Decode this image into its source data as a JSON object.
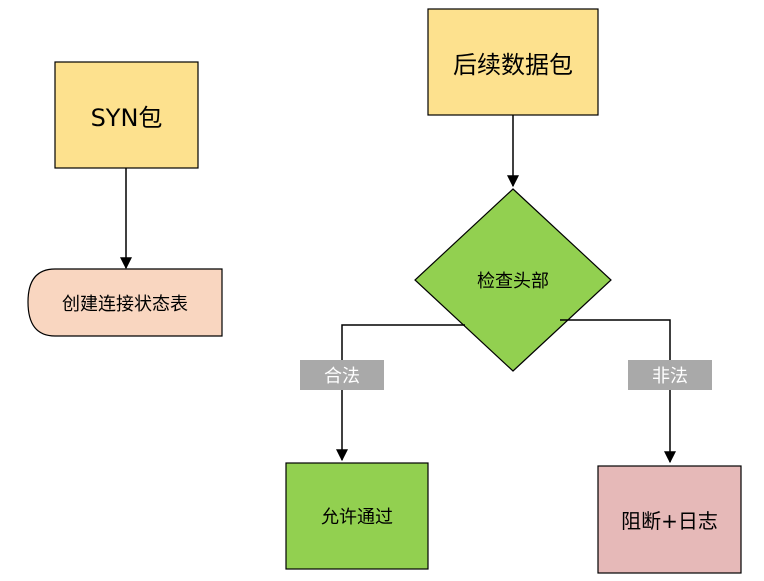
{
  "nodes": {
    "syn_packet": "SYN包",
    "create_state_table": "创建连接状态表",
    "subsequent_packets": "后续数据包",
    "check_header": "检查头部",
    "allow": "允许通过",
    "block_log": "阻断+日志"
  },
  "edge_labels": {
    "legal": "合法",
    "illegal": "非法"
  },
  "colors": {
    "yellow_fill": "#fde18e",
    "peach_fill": "#f9d6c0",
    "green_fill": "#92d050",
    "pink_fill": "#e6b9b8",
    "stroke": "#000000",
    "label_bg": "#a9a9a9"
  }
}
